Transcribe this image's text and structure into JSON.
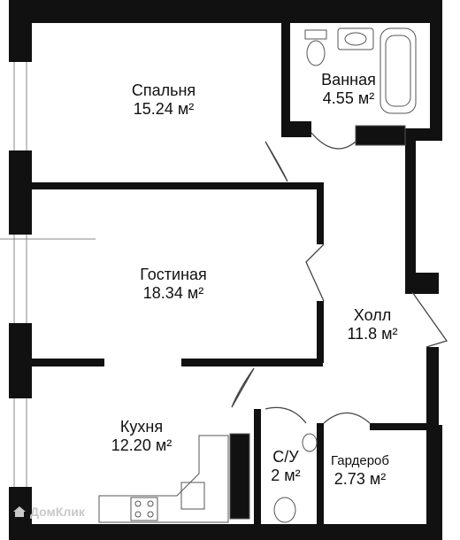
{
  "plan": {
    "rooms": [
      {
        "id": "bedroom",
        "name": "Спальня",
        "area": "15.24  м²"
      },
      {
        "id": "bathroom",
        "name": "Ванная",
        "area": "4.55 м²"
      },
      {
        "id": "living",
        "name": "Гостиная",
        "area": "18.34 м²"
      },
      {
        "id": "hall",
        "name": "Холл",
        "area": "11.8 м²"
      },
      {
        "id": "kitchen",
        "name": "Кухня",
        "area": "12.20 м²"
      },
      {
        "id": "wc",
        "name": "С/У",
        "area": "2 м²"
      },
      {
        "id": "wardrobe",
        "name": "Гардероб",
        "area": "2.73 м²"
      }
    ]
  },
  "watermark": {
    "text": "ДомКлик",
    "icon": "house-icon"
  },
  "colors": {
    "wall": "#111111",
    "line": "#444444",
    "background": "#ffffff",
    "watermark": "#c9c9c9"
  }
}
